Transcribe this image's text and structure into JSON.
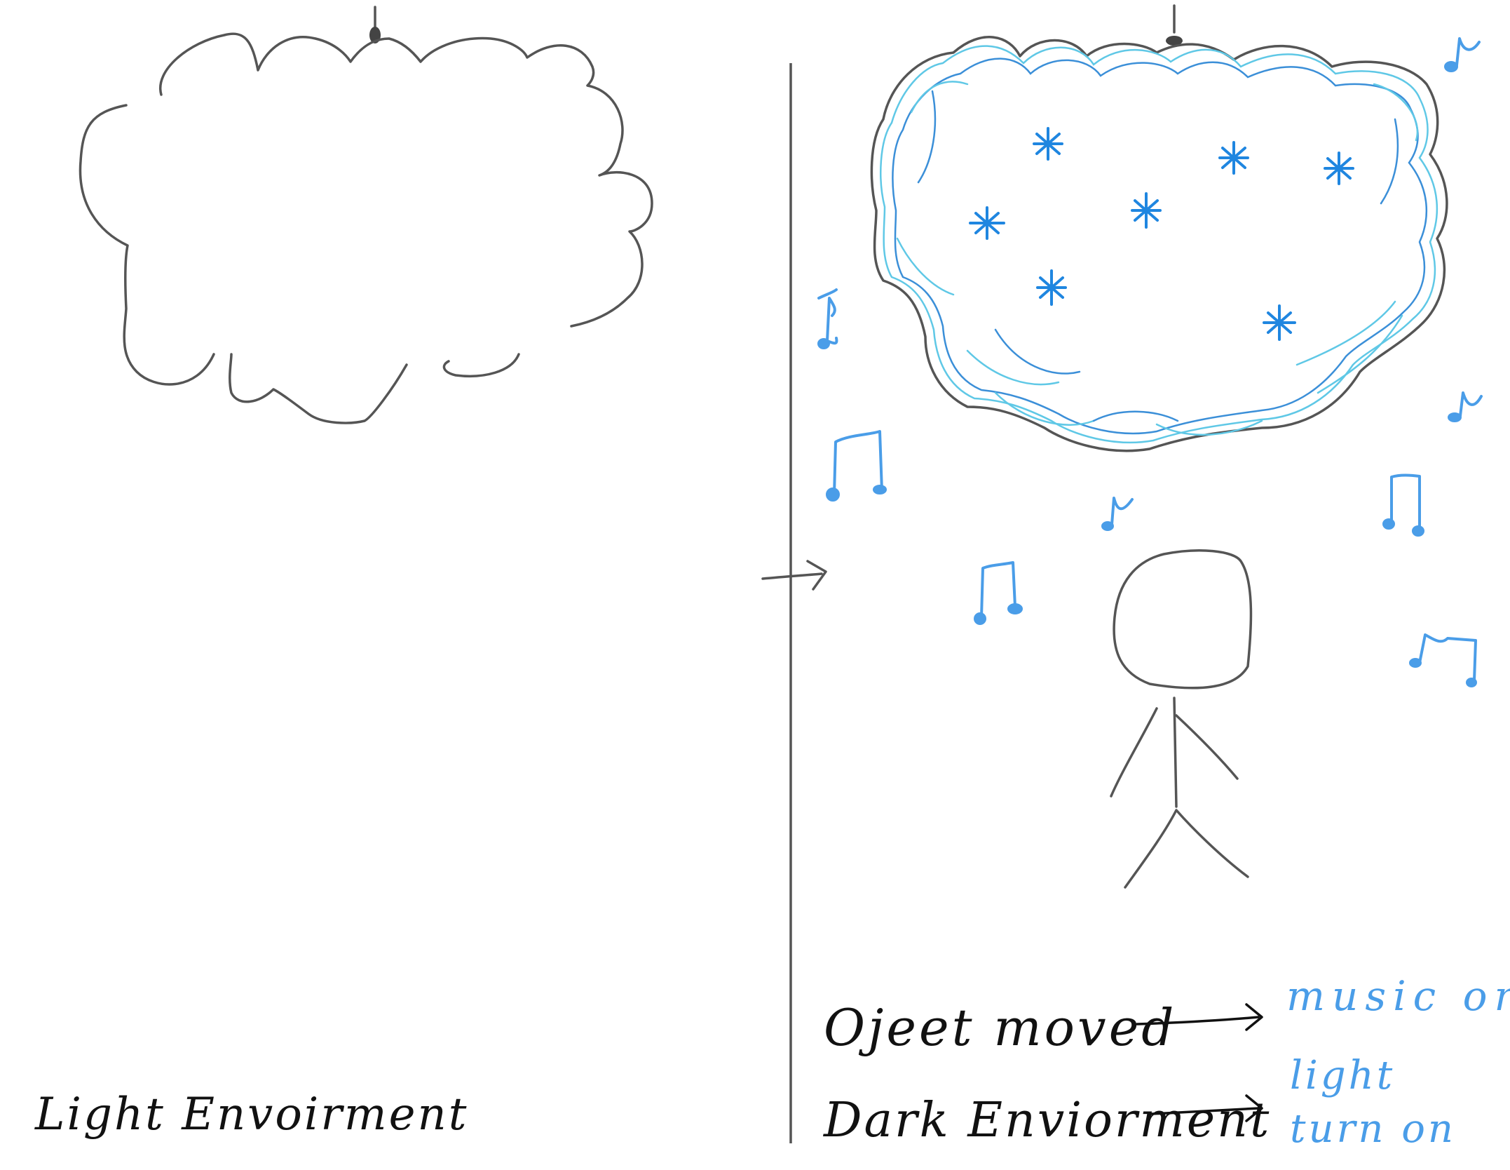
{
  "left_panel": {
    "caption": "Light Envoirment"
  },
  "right_panel": {
    "rules": [
      {
        "condition": "Ojeet moved",
        "result": "music on"
      },
      {
        "condition": "Dark Enviorment",
        "result": "light turn on",
        "result_lines": [
          "light",
          "turn on"
        ]
      }
    ]
  },
  "colors": {
    "ink": "#111111",
    "sketch_gray": "#555555",
    "accent_blue": "#4a9de8",
    "star_blue": "#1f86e0",
    "light_blue": "#5fc8e6"
  },
  "icons": [
    "cloud-lamp",
    "hanging-cord",
    "star-icon",
    "music-note-icon",
    "stick-figure",
    "arrow-icon"
  ]
}
